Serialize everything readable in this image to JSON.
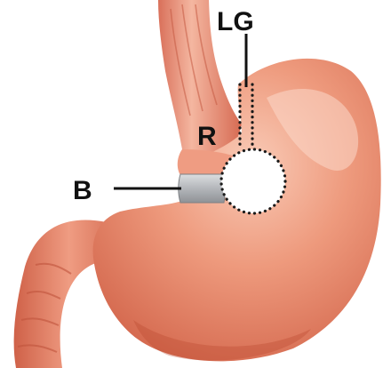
{
  "labels": {
    "lg": "LG",
    "r": "R",
    "b": "B"
  },
  "colors": {
    "tissue_base": "#e98a6e",
    "tissue_highlight": "#f8c3ae",
    "tissue_shadow": "#c4553d",
    "band": "#b9bcc0",
    "line": "#111111"
  }
}
